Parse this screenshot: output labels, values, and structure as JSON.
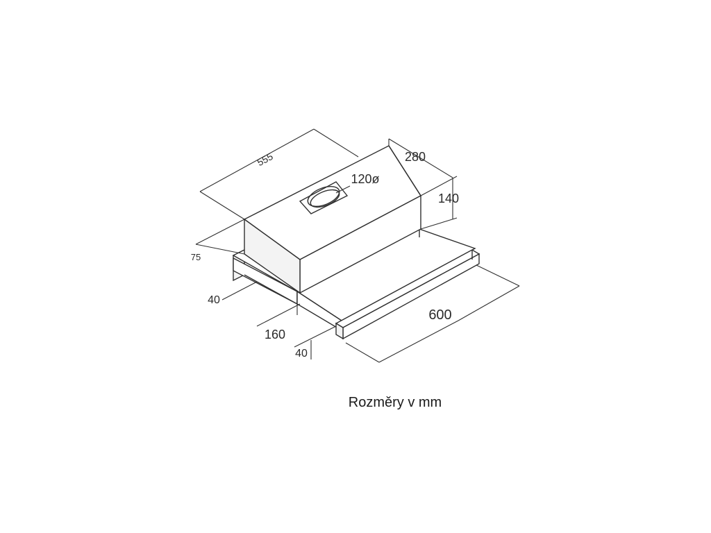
{
  "dimensions": {
    "width_body": "555",
    "depth_body": "280",
    "height_body": "140",
    "outlet_diameter": "120ø",
    "side_offset": "75",
    "panel_thickness_left": "40",
    "visor_depth": "160",
    "visor_thickness": "40",
    "total_width": "600"
  },
  "caption": "Rozměry v mm"
}
